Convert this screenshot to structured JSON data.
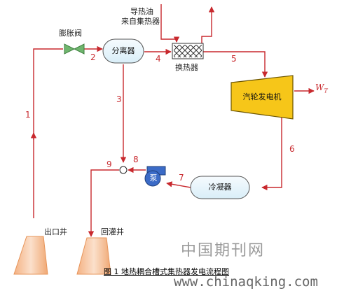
{
  "nodes": {
    "expansion_valve": "膨胀阀",
    "separator": "分离器",
    "heat_exchanger": "换热器",
    "turbine": "汽轮发电机",
    "condenser": "冷凝器",
    "pump": "泵",
    "production_well": "出口井",
    "reinjection_well": "回灌井"
  },
  "oil_source": [
    "导热油",
    "来自集热器"
  ],
  "output_symbol": "W",
  "output_sub": "T",
  "stream_numbers": [
    "1",
    "2",
    "3",
    "4",
    "5",
    "6",
    "7",
    "8",
    "9"
  ],
  "watermark_cn": "中国期刊网",
  "watermark_url": "www.chinaqking.com",
  "caption": "图 1  地热耦合槽式集热器发电流程图",
  "colors": {
    "line": "#c8292e",
    "turbine_fill": "#f6c619",
    "pump_fill": "#3b6bc7",
    "node_fill": "#eaf5fb"
  }
}
